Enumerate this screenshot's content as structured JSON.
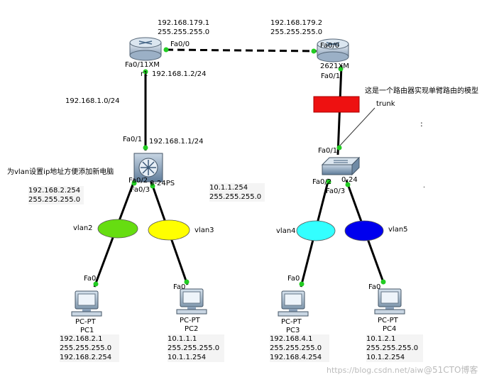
{
  "colors": {
    "vlan2": "#66dd11",
    "vlan3": "#ffff00",
    "vlan4": "#33ffff",
    "vlan5": "#0000ee",
    "red_block": "#ee1111",
    "port_dot": "#22cc22",
    "link": "#000000"
  },
  "labels": {
    "r1_fa00_ip": "192.168.179.1",
    "r1_fa00_mask": "255.255.255.0",
    "r2_fa00_ip": "192.168.179.2",
    "r2_fa00_mask": "255.255.255.0",
    "r1_fa00": "Fa0/0",
    "r2_fa00": "Fa0/0",
    "r1_name": "Fa0/11XM",
    "r1_fa01_addr": "192.168.1.2/24",
    "r1_prefix": "r1",
    "r2_name": "2621XM",
    "r2_fa01": "Fa0/1",
    "network_label": "192.168.1.0/24",
    "sw1_fa01": "Fa0/1",
    "sw1_addr": "192.168.1.1/24",
    "note_vlan": "为vlan设置ip地址方便添加新电脑",
    "sw1_fa02": "Fa0/2",
    "sw1_name": "0-24PS",
    "sw1_fa03": "Fa0/3",
    "sw2_fa01": "Fa0/1",
    "sw2_fa02": "Fa0/2",
    "sw2_name": "0-24",
    "sw2_fa03": "Fa0/3",
    "note_router": "这是一个路由器实现单臂路由的模型",
    "trunk": "trunk",
    "vlan2_gw_ip": "192.168.2.254",
    "vlan2_gw_mask": "255.255.255.0",
    "vlan3_gw_ip": "10.1.1.254",
    "vlan3_gw_mask": "255.255.255.0",
    "vlan2": "vlan2",
    "vlan3": "vlan3",
    "vlan4": "vlan4",
    "vlan5": "vlan5",
    "pc_fa0": "Fa0",
    "watermark": "https://blog.csdn.net/aiw",
    "watermark_brand": "@51CTO博客"
  },
  "pcs": [
    {
      "type": "PC-PT",
      "name": "PC1",
      "ip": "192.168.2.1",
      "mask": "255.255.255.0",
      "gw": "192.168.2.254"
    },
    {
      "type": "PC-PT",
      "name": "PC2",
      "ip": "10.1.1.1",
      "mask": "255.255.255.0",
      "gw": "10.1.1.254"
    },
    {
      "type": "PC-PT",
      "name": "PC3",
      "ip": "192.168.4.1",
      "mask": "255.255.255.0",
      "gw": "192.168.4.254"
    },
    {
      "type": "PC-PT",
      "name": "PC4",
      "ip": "10.1.2.1",
      "mask": "255.255.255.0",
      "gw": "10.1.2.254"
    }
  ]
}
